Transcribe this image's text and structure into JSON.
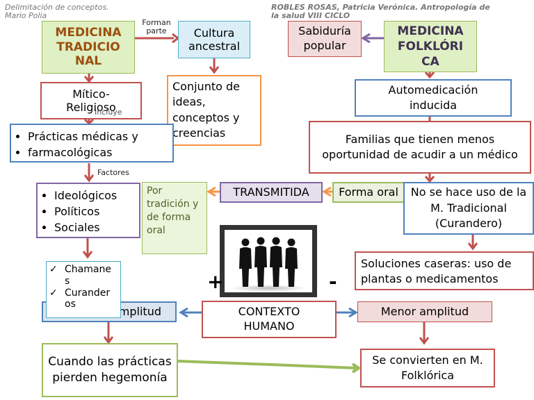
{
  "captions": {
    "left": "Delimitación de conceptos.\nMario Polia",
    "right": "ROBLES ROSAS, Patricia Verónica. Antropología de\nla salud VIII CICLO"
  },
  "left_col": {
    "medicina_tradicional": "MEDICINA TRADICIO NAL",
    "forman_parte": "Forman\nparte",
    "cultura_ancestral": "Cultura ancestral",
    "mitico_religioso": "Mítico-\nReligioso",
    "incluye": "Incluye",
    "conjunto": "Conjunto de ideas, conceptos y creencias",
    "practicas": [
      "Prácticas médicas y",
      "farmacológicas"
    ],
    "factores": "Factores",
    "factores_list": [
      "Ideológicos",
      "Políticos",
      "Sociales"
    ],
    "por_tradicion": "Por tradición y de forma oral",
    "mayor_amplitud": "Mayor amplitud",
    "check_list": [
      "Chamanes",
      "Curanderos"
    ],
    "cuando": "Cuando las prácticas pierden hegemonía"
  },
  "center": {
    "transmitida": "TRANSMITIDA",
    "forma_oral": "Forma oral",
    "plus": "+",
    "minus": "-",
    "contexto": "CONTEXTO HUMANO"
  },
  "right_col": {
    "sabiduria": "Sabiduría popular",
    "medicina_folklorica": "MEDICINA FOLKLÓRI CA",
    "automedicacion": "Automedicación inducida",
    "familias": "Familias que tienen menos oportunidad de acudir a un médico",
    "no_uso": "No se hace uso de la M. Tradicional (Curandero)",
    "soluciones": "Soluciones caseras: uso de plantas o medicamentos",
    "menor_amplitud": "Menor amplitud",
    "se_convierten": "Se convierten en M. Folklórica"
  },
  "colors": {
    "green_fill": "#dff0c4",
    "green_border": "#9bbb59",
    "red_border": "#c0504d",
    "blue_border": "#4f81bd",
    "purple_border": "#8064a2",
    "orange_border": "#f79646",
    "arrow_red": "#c0504d"
  }
}
